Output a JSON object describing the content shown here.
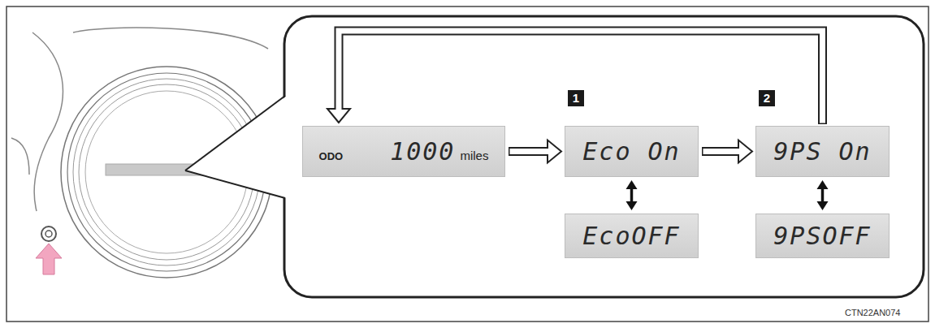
{
  "diagram": {
    "nodes": [
      {
        "text": [
          "ODO",
          "1000",
          "miles"
        ]
      },
      {
        "text": [
          "Eco On"
        ]
      },
      {
        "text": [
          "9PS On"
        ]
      },
      {
        "text": [
          "EcoOFF"
        ]
      },
      {
        "text": [
          "9PSOFF"
        ]
      }
    ],
    "edges": [
      {
        "from": 0,
        "to": 1,
        "arrow": "to"
      },
      {
        "from": 1,
        "to": 2,
        "arrow": "to"
      },
      {
        "from": 2,
        "to": 0,
        "arrow": "to"
      },
      {
        "from": 1,
        "to": 3,
        "arrow": "both"
      },
      {
        "from": 2,
        "to": 4,
        "arrow": "both"
      }
    ],
    "labels": [
      "1",
      "2",
      "CTN22AN074"
    ]
  }
}
